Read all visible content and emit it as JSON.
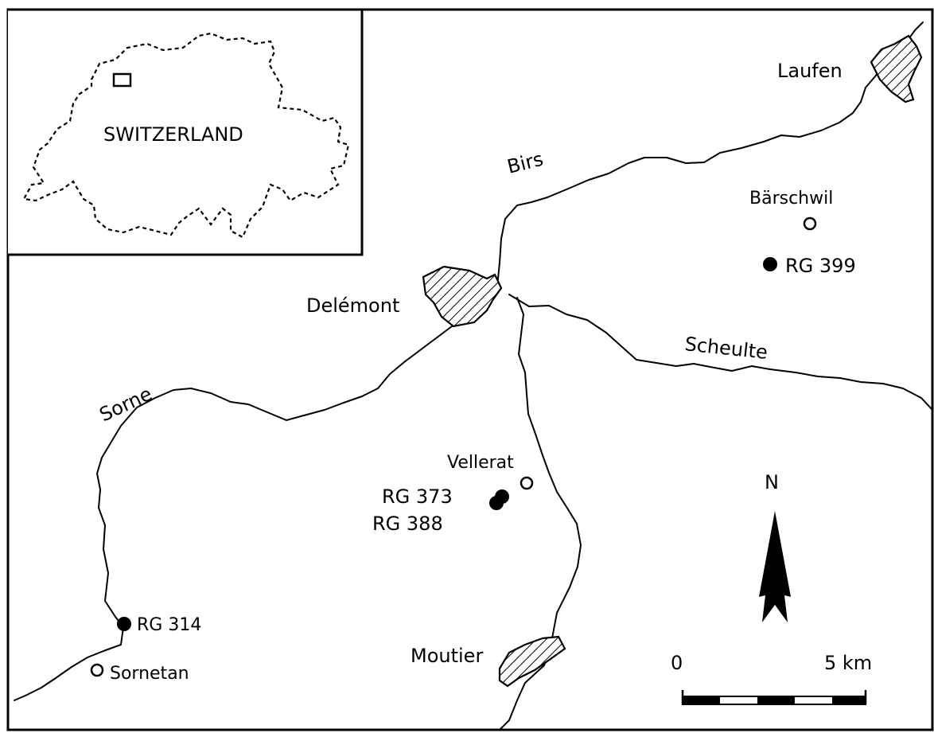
{
  "inset": {
    "country_label": "SWITZERLAND"
  },
  "rivers": {
    "birs": "Birs",
    "scheulte": "Scheulte",
    "sorne": "Sorne"
  },
  "towns": {
    "laufen": "Laufen",
    "delemont": "Delémont",
    "moutier": "Moutier"
  },
  "villages": {
    "barschwil": "Bärschwil",
    "vellerat": "Vellerat",
    "sornetan": "Sornetan"
  },
  "sites": {
    "rg399": "RG 399",
    "rg373": "RG 373",
    "rg388": "RG 388",
    "rg314": "RG 314"
  },
  "north_arrow": {
    "label": "N"
  },
  "scale_bar": {
    "start_label": "0",
    "end_label": "5 km"
  },
  "colors": {
    "ink": "#000000",
    "paper": "#ffffff"
  }
}
